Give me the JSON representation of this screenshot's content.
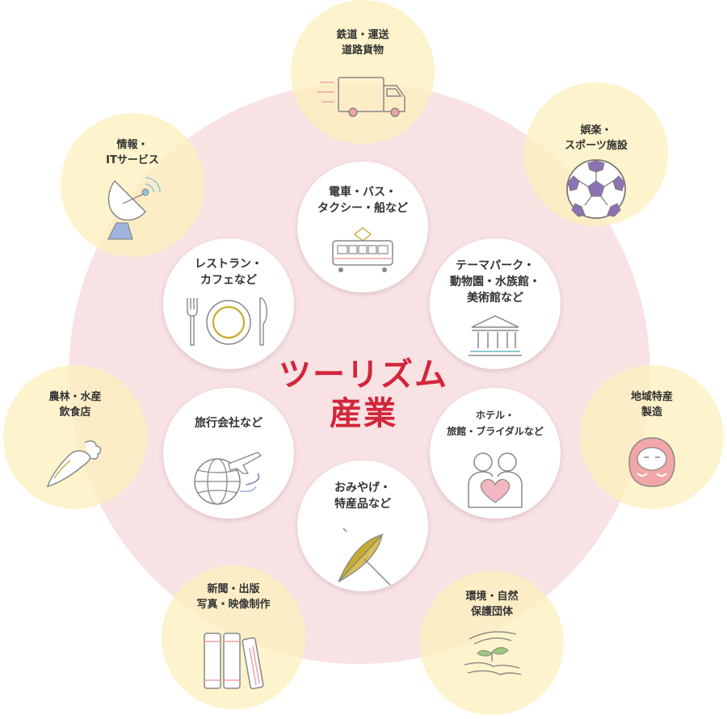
{
  "center": {
    "lines": [
      "ツーリズム",
      "産業"
    ]
  },
  "colors": {
    "title": "#d2263a",
    "big_circle": "#f8e2e4",
    "outer_circle": "#fcefc0",
    "inner_circle": "#ffffff",
    "line": "#888888",
    "pink": "#f2a0a4",
    "purple": "#8c72b4",
    "gold": "#c9ab2f"
  },
  "outer_items": [
    {
      "lines": [
        "鉄道・運送",
        "道路貨物"
      ],
      "icon": "truck-icon"
    },
    {
      "lines": [
        "娯楽・",
        "スポーツ施設"
      ],
      "icon": "soccer-ball-icon"
    },
    {
      "lines": [
        "地域特産",
        "製造"
      ],
      "icon": "daruma-icon"
    },
    {
      "lines": [
        "環境・自然",
        "保護団体"
      ],
      "icon": "sprout-in-hands-icon"
    },
    {
      "lines": [
        "新聞・出版",
        "写真・映像制作"
      ],
      "icon": "books-icon"
    },
    {
      "lines": [
        "農林・水産",
        "飲食店"
      ],
      "icon": "radish-icon"
    },
    {
      "lines": [
        "情報・",
        "ITサービス"
      ],
      "icon": "satellite-dish-icon"
    }
  ],
  "inner_items": [
    {
      "lines": [
        "電車・バス・",
        "タクシー・船など"
      ],
      "icon": "train-icon"
    },
    {
      "lines": [
        "テーマパーク・",
        "動物園・水族館・",
        "美術館など"
      ],
      "icon": "museum-icon"
    },
    {
      "lines": [
        "ホテル・",
        "旅館・ブライダルなど"
      ],
      "icon": "couple-heart-icon"
    },
    {
      "lines": [
        "おみやげ・",
        "特産品など"
      ],
      "icon": "umbrella-icon"
    },
    {
      "lines": [
        "旅行会社など"
      ],
      "icon": "globe-airplane-icon"
    },
    {
      "lines": [
        "レストラン・",
        "カフェなど"
      ],
      "icon": "cutlery-plate-icon"
    }
  ]
}
